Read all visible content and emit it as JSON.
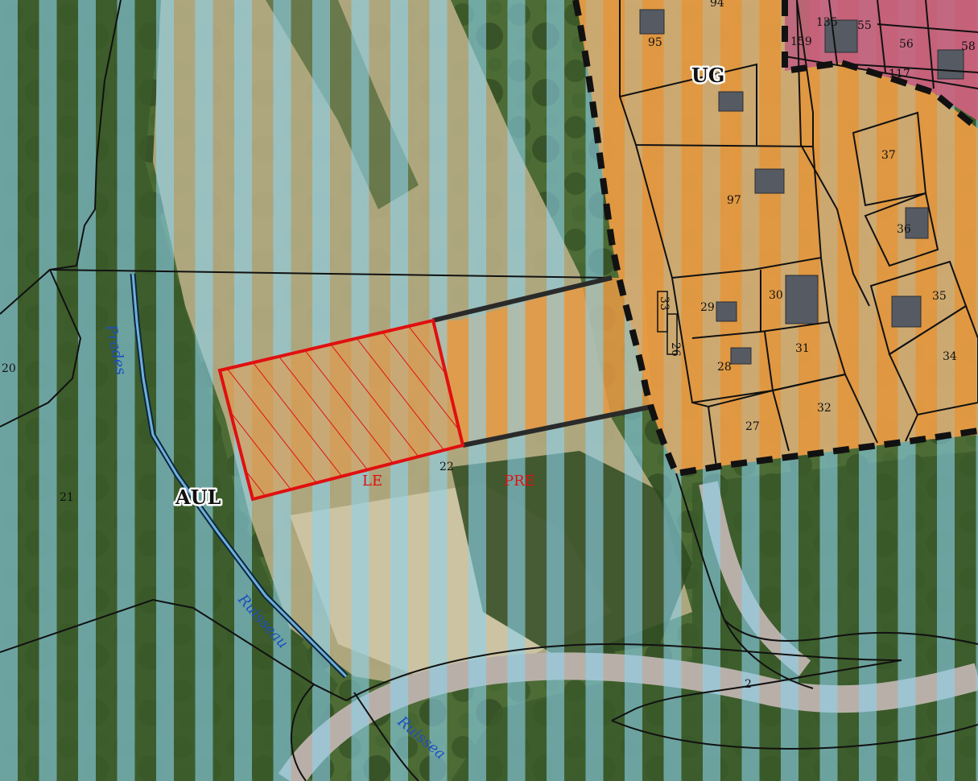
{
  "colors": {
    "parcel_line": "#111111",
    "zone_ug": "#e89a44",
    "zone_red_hatch": "#e01010",
    "stripe": "#8cd2ec",
    "forest": "#3b5a2a",
    "meadow": "#b9ae86",
    "road": "#b8b0a8",
    "built_zone": "#c7627a",
    "water_text": "#1c4fbf"
  },
  "zones": {
    "ug": "UG",
    "aul": "AUL"
  },
  "protection_labels": {
    "le": "LE",
    "pre": "PRE"
  },
  "watercourses": {
    "prades": "Prades",
    "ruisseau_west": "Ruisseau",
    "ruisseau_south": "Ruissea"
  },
  "parcels": {
    "p20": "20",
    "p21": "21",
    "p22": "22",
    "p2": "2",
    "p95": "95",
    "p97": "97",
    "p29": "29",
    "p30": "30",
    "p31": "31",
    "p28": "28",
    "p27": "27",
    "p32": "32",
    "p33": "33",
    "p26": "26",
    "p35": "35",
    "p34": "34",
    "p36": "36",
    "p37": "37",
    "p135": "135",
    "p55": "55",
    "p56": "56",
    "p58": "58",
    "p117": "117",
    "p159": "159",
    "p94": "94"
  }
}
